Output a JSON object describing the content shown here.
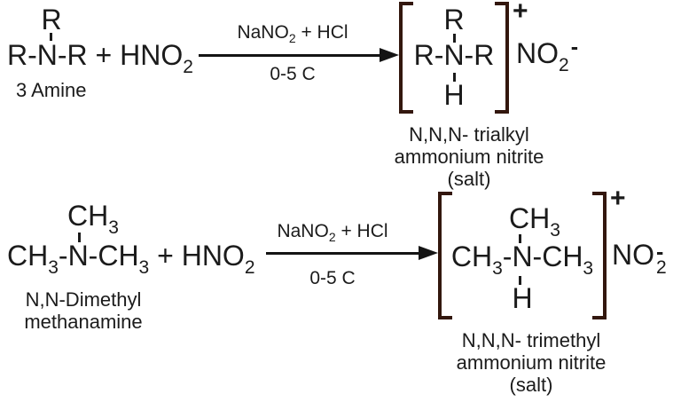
{
  "colors": {
    "background": "#ffffff",
    "text": "#1b1b1b",
    "bracket": "#33170e",
    "arrow": "#141414"
  },
  "reaction1": {
    "reactant": {
      "top_group": "R",
      "main_base": "R-N-R + HNO",
      "main_sub": "2",
      "label": "3 Amine"
    },
    "conditions": {
      "above_base": "NaNO",
      "above_sub": "2",
      "above_rest": " + HCl",
      "below": "0-5 C"
    },
    "product": {
      "top_group": "R",
      "middle": "R-N-R",
      "bottom_group": "H",
      "cation_charge": "+",
      "anion_base": "NO",
      "anion_sub": "2",
      "anion_charge": "-",
      "label_line1": "N,N,N- trialkyl",
      "label_line2": "ammonium nitrite",
      "label_line3": "(salt)"
    }
  },
  "reaction2": {
    "reactant": {
      "top_base": "CH",
      "top_sub": "3",
      "main_p0": "CH",
      "main_p1": "3",
      "main_p2": "-N-CH",
      "main_p3": "3",
      "main_p4": " + HNO",
      "main_p5": "2",
      "label_line1": "N,N-Dimethyl",
      "label_line2": "methanamine"
    },
    "conditions": {
      "above_base": "NaNO",
      "above_sub": "2",
      "above_rest": " + HCl",
      "below": "0-5 C"
    },
    "product": {
      "top_base": "CH",
      "top_sub": "3",
      "mid_p0": "CH",
      "mid_p1": "3",
      "mid_p2": "-N-CH",
      "mid_p3": "3",
      "bottom_group": "H",
      "cation_charge": "+",
      "anion_base": "NO",
      "anion_sub": "2",
      "anion_charge": "-",
      "label_line1": "N,N,N- trimethyl",
      "label_line2": "ammonium nitrite",
      "label_line3": "(salt)"
    }
  }
}
